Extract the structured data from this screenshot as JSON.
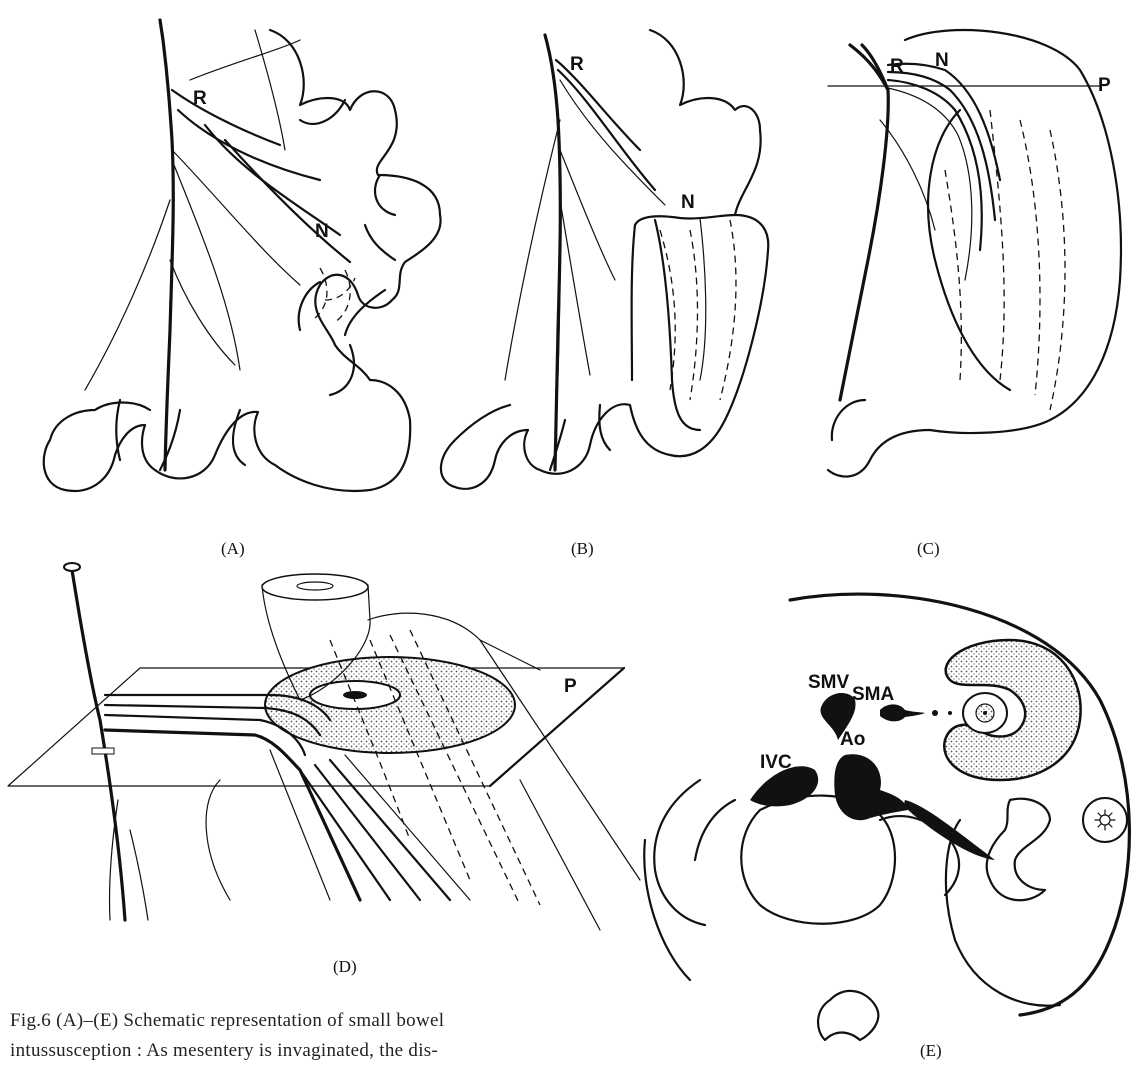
{
  "panels": {
    "A": {
      "caption": "(A)",
      "labels": {
        "R": "R",
        "N": "N"
      }
    },
    "B": {
      "caption": "(B)",
      "labels": {
        "R": "R",
        "N": "N"
      }
    },
    "C": {
      "caption": "(C)",
      "labels": {
        "R": "R",
        "N": "N",
        "P": "P"
      }
    },
    "D": {
      "caption": "(D)",
      "labels": {
        "P": "P"
      }
    },
    "E": {
      "caption": "(E)",
      "labels": {
        "SMV": "SMV",
        "SMA": "SMA",
        "IVC": "IVC",
        "Ao": "Ao"
      }
    }
  },
  "caption": {
    "line1": "Fig.6 (A)–(E)  Schematic  representation  of  small  bowel",
    "line2": "intussusception : As mesentery is invaginated, the dis-"
  },
  "colors": {
    "ink": "#111111",
    "stipple": "#c8c8c8",
    "paper": "#ffffff"
  }
}
